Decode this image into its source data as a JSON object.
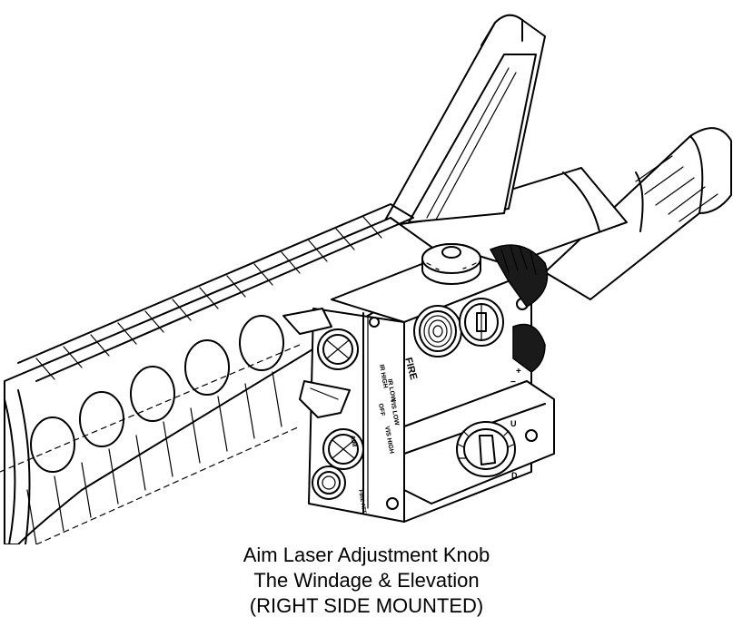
{
  "caption": {
    "line1": "Aim Laser Adjustment Knob",
    "line2": "The Windage & Elevation",
    "line3": "(RIGHT SIDE MOUNTED)"
  },
  "device_labels": {
    "fire": "FIRE",
    "ir_high": "IR HIGH",
    "ir_low": "IR LOW",
    "off": "OFF",
    "vis_low": "VIS LOW",
    "vis_high": "VIS HIGH",
    "aim": "AIM",
    "fire_att": "FIRE ATT",
    "up_arrow": "U",
    "down_label": "D",
    "plus": "+",
    "minus": "−"
  },
  "icons": [
    "windage-knob-icon",
    "elevation-knob-icon",
    "mode-selector-icon"
  ]
}
